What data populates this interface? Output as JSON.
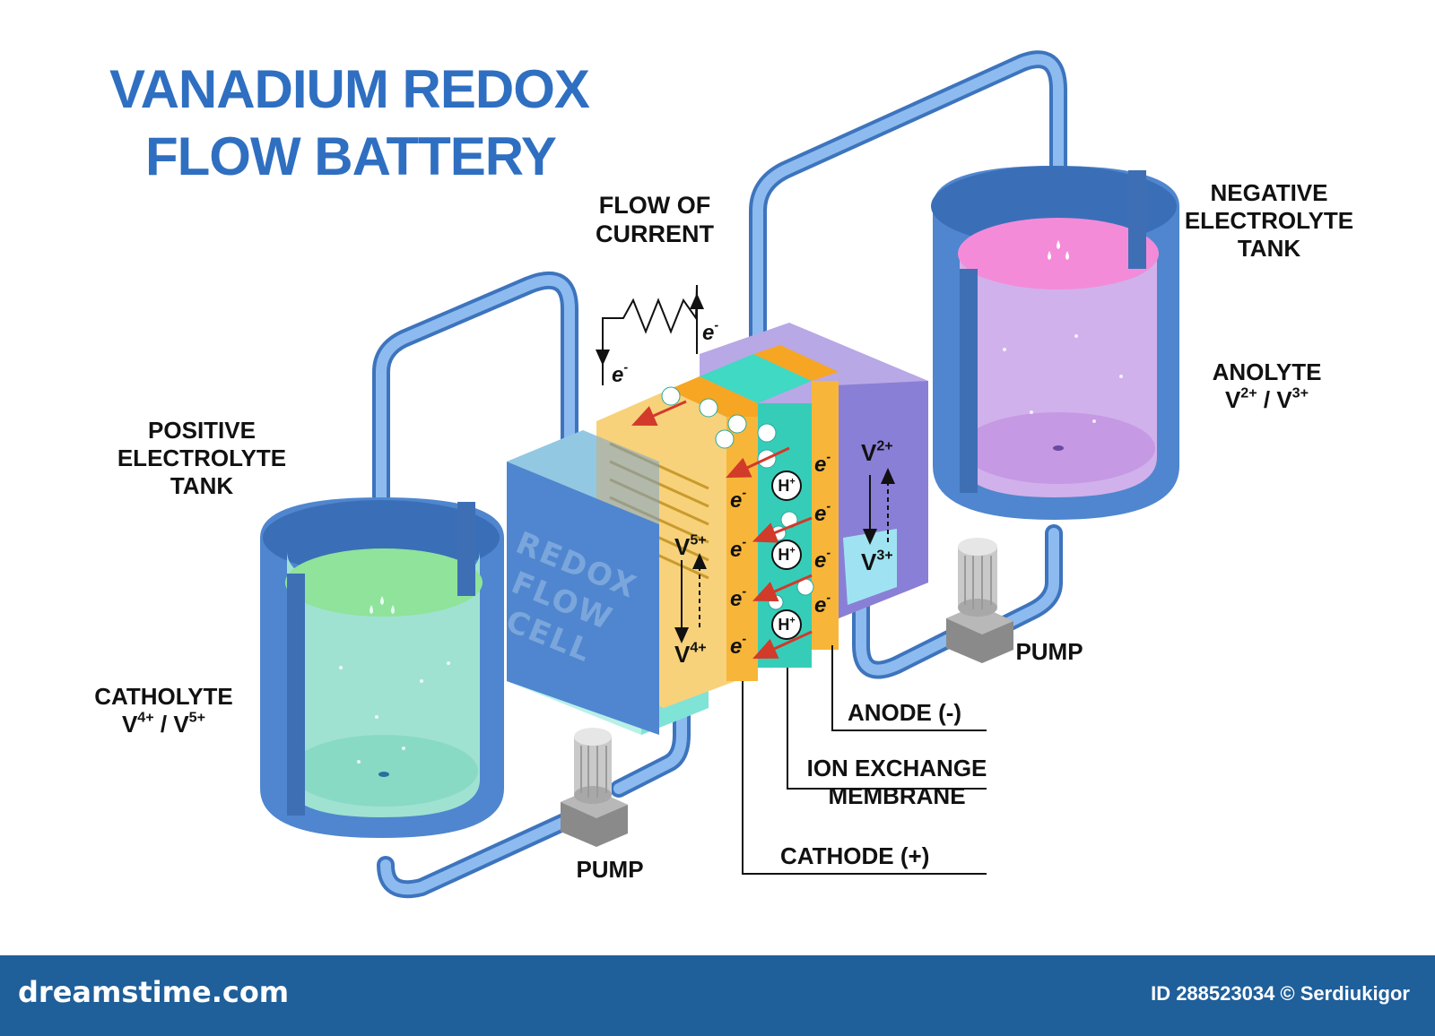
{
  "title": {
    "line1": "VANADIUM REDOX",
    "line2": "FLOW BATTERY"
  },
  "labels": {
    "flow_of_current": [
      "FLOW OF",
      "CURRENT"
    ],
    "positive_tank": [
      "POSITIVE",
      "ELECTROLYTE",
      "TANK"
    ],
    "negative_tank": [
      "NEGATIVE",
      "ELECTROLYTE",
      "TANK"
    ],
    "catholyte": "CATHOLYTE",
    "catholyte_formula": {
      "a": "V",
      "a_charge": "4+",
      "sep": " / ",
      "b": "V",
      "b_charge": "5+"
    },
    "anolyte": "ANOLYTE",
    "anolyte_formula": {
      "a": "V",
      "a_charge": "2+",
      "sep": " / ",
      "b": "V",
      "b_charge": "3+"
    },
    "pump_left": "PUMP",
    "pump_right": "PUMP",
    "anode": "ANODE (-)",
    "membrane": [
      "ION EXCHANGE",
      "MEMBRANE"
    ],
    "cathode": "CATHODE (+)"
  },
  "cell": {
    "front_text": [
      "REDOX",
      "FLOW",
      "CELL"
    ],
    "electron": {
      "symbol": "e",
      "charge": "-"
    },
    "proton": {
      "symbol": "H",
      "charge": "+"
    },
    "ions": {
      "v5": {
        "symbol": "V",
        "charge": "5+"
      },
      "v4": {
        "symbol": "V",
        "charge": "4+"
      },
      "v2": {
        "symbol": "V",
        "charge": "2+"
      },
      "v3": {
        "symbol": "V",
        "charge": "3+"
      }
    }
  },
  "footer": {
    "brand": "dreamstime.com",
    "id_text": "ID 288523034 © Serdiukigor"
  },
  "colors": {
    "title": "#2f6fc1",
    "tank_blue": "#4f86cf",
    "pipe": "#7aaee8",
    "catholyte": "#8fe39a",
    "anolyte": "#f48bd8",
    "electrode": "#f7b63a",
    "membrane": "#3fd9c4",
    "footer": "#1f5f9a"
  }
}
